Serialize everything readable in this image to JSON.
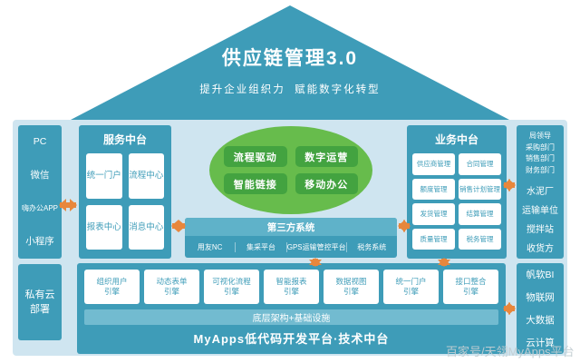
{
  "roof": {
    "title": "供应链管理3.0",
    "subtitle": "提升企业组织力  赋能数字化转型"
  },
  "left_channels": {
    "items": [
      "PC",
      "微信",
      "嗨办公APP",
      "小程序"
    ]
  },
  "service_platform": {
    "title": "服务中台",
    "items": [
      "统一门户",
      "流程中心",
      "报表中心",
      "消息中心"
    ]
  },
  "core_capabilities": {
    "items": [
      "流程驱动",
      "数字运营",
      "智能链接",
      "移动办公"
    ]
  },
  "third_party": {
    "title": "第三方系统",
    "items": [
      "用友NC",
      "集采平台",
      "GPS运输管控平台",
      "税务系统"
    ]
  },
  "business_platform": {
    "title": "业务中台",
    "items": [
      "供应商管理",
      "合同管理",
      "额度管理",
      "销售计划管理",
      "发货管理",
      "结算管理",
      "质量管理",
      "税务管理"
    ]
  },
  "right_roles": {
    "small_items": [
      "局领导",
      "采购部门",
      "销售部门",
      "财务部门"
    ],
    "items": [
      "水泥厂",
      "运输单位",
      "搅拌站",
      "收货方"
    ]
  },
  "private_cloud": {
    "label": "私有云部署"
  },
  "tech_platform": {
    "engines": [
      "组织用户\n引擎",
      "动态表单\n引擎",
      "可视化流程\n引擎",
      "智能报表\n引擎",
      "数据视图\n引擎",
      "统一门户\n引擎",
      "接口整合\n引擎"
    ],
    "infra": "底层架构+基础设施",
    "title": "MyApps低代码开发平台·技术中台"
  },
  "right_tech": {
    "items": [
      "帆软BI",
      "物联网",
      "大数据",
      "云计算"
    ]
  },
  "watermark": "百家号/天翎MyApps平台",
  "colors": {
    "teal": "#3E9CB8",
    "teal_light": "#5FB2C9",
    "panel_bg": "#CFE5F0",
    "green": "#67BC4C",
    "green_dark": "#43A340",
    "arrow_orange": "#E8873C"
  }
}
